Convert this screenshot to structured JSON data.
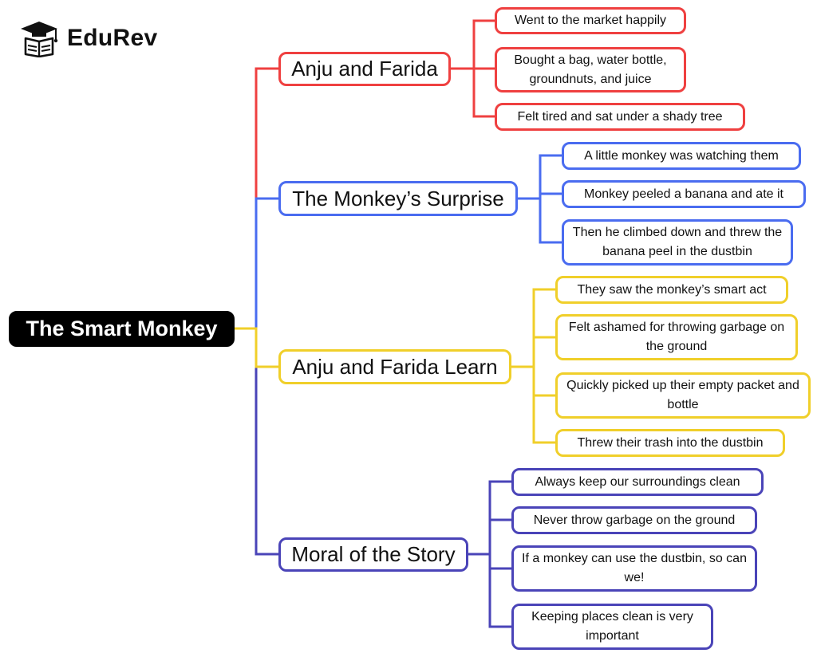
{
  "brand": {
    "name": "EduRev",
    "icon": "graduation-cap-book-icon"
  },
  "root": {
    "label": "The Smart Monkey"
  },
  "branches": [
    {
      "label": "Anju and Farida",
      "color": "#ef4040",
      "items": [
        "Went to the market happily",
        "Bought a bag, water bottle, groundnuts, and juice",
        "Felt tired and sat under a shady tree"
      ]
    },
    {
      "label": "The Monkey’s Surprise",
      "color": "#4a6cf0",
      "items": [
        "A little monkey was watching them",
        "Monkey peeled a banana and ate it",
        "Then he climbed down and threw the banana peel in the dustbin"
      ]
    },
    {
      "label": "Anju and Farida Learn",
      "color": "#f0cf2a",
      "items": [
        "They saw the monkey’s smart act",
        "Felt ashamed for throwing garbage on the ground",
        "Quickly picked up their empty packet and bottle",
        "Threw their trash into the dustbin"
      ]
    },
    {
      "label": "Moral of the Story",
      "color": "#4a44b8",
      "items": [
        "Always keep our surroundings clean",
        "Never throw garbage on the ground",
        "If a monkey can use the dustbin, so can we!",
        "Keeping places clean is very important"
      ]
    }
  ]
}
